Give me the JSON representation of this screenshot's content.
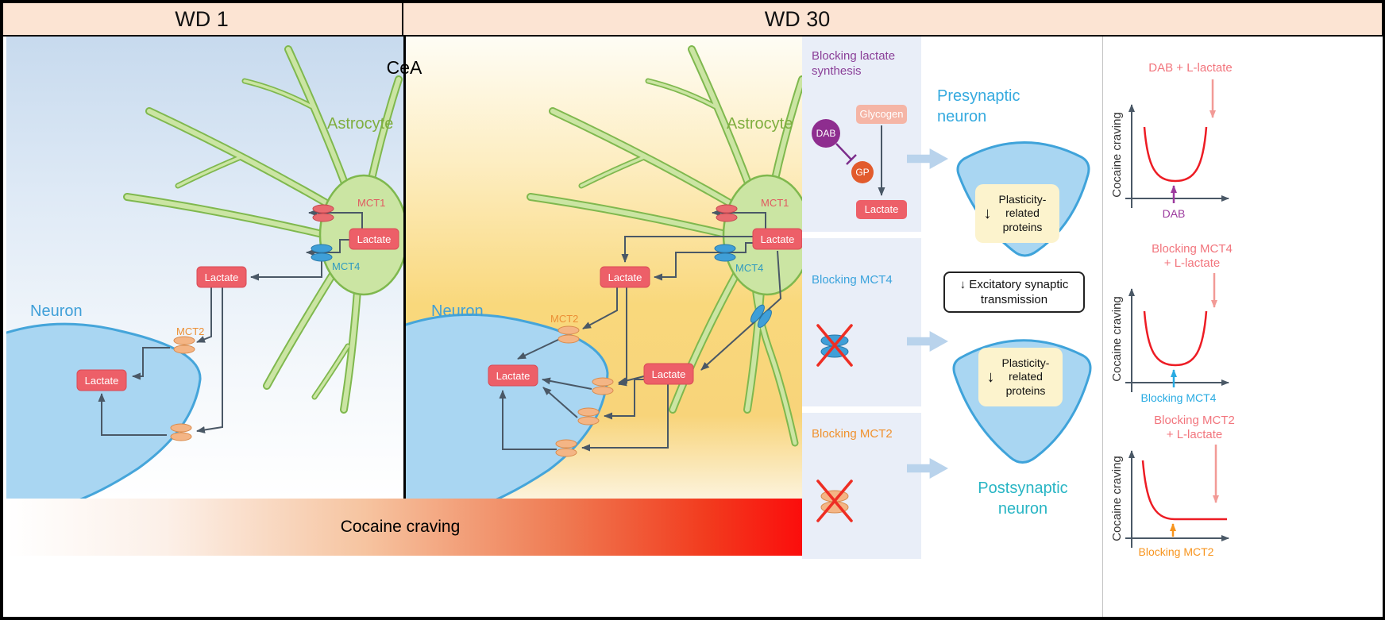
{
  "header": {
    "wd1": "WD 1",
    "wd30": "WD 30"
  },
  "region_label": "CeA",
  "craving_bar_label": "Cocaine craving",
  "wd1": {
    "astrocyte": "Astrocyte",
    "neuron": "Neuron",
    "mct1": "MCT1",
    "mct4": "MCT4",
    "mct2": "MCT2",
    "lactate_astrocyte": "Lactate",
    "lactate_extracellular": "Lactate",
    "lactate_neuron": "Lactate"
  },
  "wd30": {
    "astrocyte": "Astrocyte",
    "neuron": "Neuron",
    "mct1": "MCT1",
    "mct4": "MCT4",
    "mct2": "MCT2",
    "lactate_astrocyte": "Lactate",
    "lactate_extracellular_1": "Lactate",
    "lactate_extracellular_2": "Lactate",
    "lactate_neuron": "Lactate"
  },
  "blocking": {
    "synthesis": {
      "title": "Blocking lactate synthesis",
      "dab": "DAB",
      "glycogen": "Glycogen",
      "gp": "GP",
      "lactate": "Lactate"
    },
    "mct4": {
      "title": "Blocking MCT4"
    },
    "mct2": {
      "title": "Blocking MCT2"
    }
  },
  "pathway": {
    "presynaptic": "Presynaptic neuron",
    "postsynaptic": "Postsynaptic neuron",
    "plasticity_arrow": "↓",
    "plasticity_pre": "Plasticity-related proteins",
    "plasticity_post": "Plasticity-related proteins",
    "transmission": "↓ Excitatory synaptic transmission"
  },
  "graphs": [
    {
      "ylabel": "Cocaine craving",
      "treatment_line1": "DAB + L-lactate",
      "treatment_line2": "",
      "baseline": "DAB",
      "curve": "u-shape",
      "baseline_color": "#9c3a9e",
      "treatment_color": "#f2757d"
    },
    {
      "ylabel": "Cocaine craving",
      "treatment_line1": "Blocking MCT4",
      "treatment_line2": "+ L-lactate",
      "baseline": "Blocking MCT4",
      "curve": "u-shape",
      "baseline_color": "#29abe2",
      "treatment_color": "#f2757d"
    },
    {
      "ylabel": "Cocaine craving",
      "treatment_line1": "Blocking MCT2",
      "treatment_line2": "+ L-lactate",
      "baseline": "Blocking MCT2",
      "curve": "dip-then-flat",
      "baseline_color": "#f7941d",
      "treatment_color": "#f2757d"
    }
  ],
  "colors": {
    "lactate_red": "#ed5f68",
    "glycogen_pink": "#f5b5a6",
    "dab_purple": "#8e2d8f",
    "gp_orange": "#e25b2c",
    "curve_red": "#ed1c24",
    "mct1_red": "#e05a60",
    "mct4_blue": "#2f9ac0",
    "mct2_orange": "#ec9036",
    "astrocyte_green": "#7fb84e",
    "neuron_blue": "#45a5da",
    "treatment_coral": "#f2757d",
    "block_arrow_blue": "#b9d3ec",
    "header_peach": "#fce4d3"
  }
}
